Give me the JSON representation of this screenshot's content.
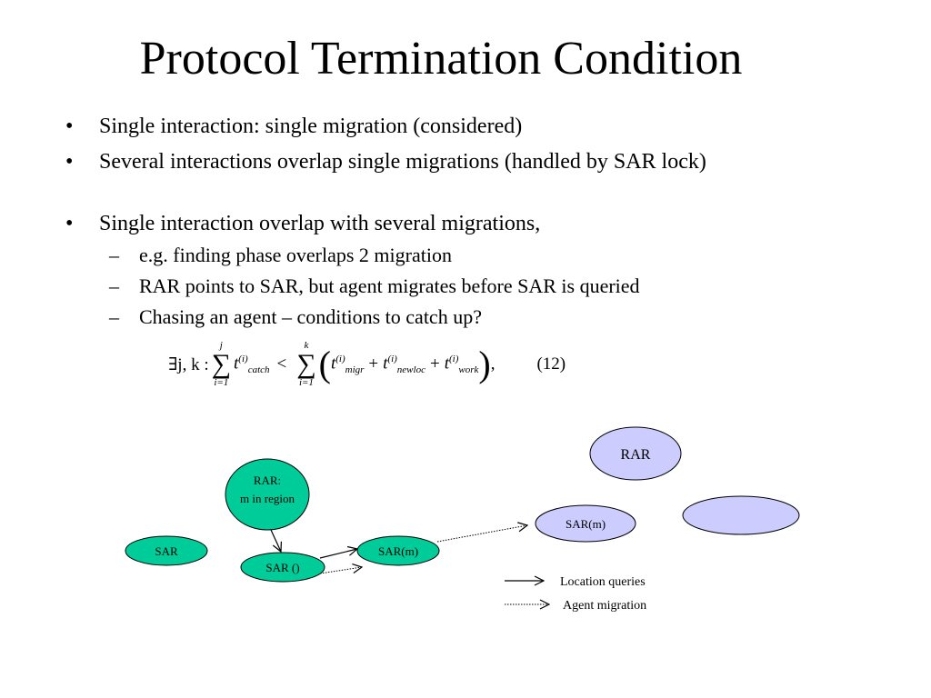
{
  "slide": {
    "title": "Protocol Termination Condition",
    "bullets": [
      {
        "marker": "•",
        "text": "Single interaction: single migration (considered)"
      },
      {
        "marker": "•",
        "text": "Several interactions overlap single migrations (handled by SAR lock)"
      },
      {
        "marker": "•",
        "text": "Single interaction overlap with several migrations,"
      }
    ],
    "subbullets": [
      {
        "marker": "–",
        "text": "e.g. finding phase overlaps 2 migration"
      },
      {
        "marker": "–",
        "text": "RAR points to SAR, but agent migrates before SAR is queried"
      },
      {
        "marker": "–",
        "text": "Chasing an agent – conditions to catch up?"
      }
    ],
    "formula": {
      "prefix": "∃j, k :",
      "sum1_upper": "j",
      "sum1_lower": "i=1",
      "t_catch": "t",
      "catch_sub": "catch",
      "sup": "(i)",
      "lt": "<",
      "sum2_upper": "k",
      "sum2_lower": "i=1",
      "migr_sub": "migr",
      "newloc_sub": "newloc",
      "work_sub": "work",
      "plus": "+",
      "trailing": ",",
      "number": "(12)"
    }
  },
  "diagram": {
    "colors": {
      "green": "#00cc99",
      "lavender": "#ccccff",
      "stroke": "#000000"
    },
    "nodes": {
      "rar_region_line1": "RAR:",
      "rar_region_line2": "m in region",
      "sar_left": "SAR",
      "sar_empty": "SAR ()",
      "sar_m_green": "SAR(m)",
      "sar_m_lavender": "SAR(m)",
      "rar_top": "RAR",
      "blank": ""
    },
    "legend": {
      "location_queries": "Location queries",
      "agent_migration": "Agent migration"
    }
  }
}
